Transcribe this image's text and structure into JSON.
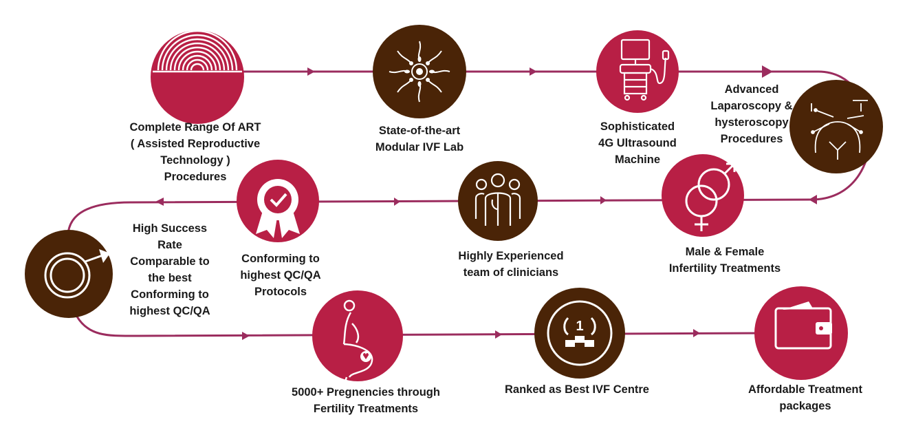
{
  "colors": {
    "crimson": "#b81f45",
    "brown": "#4a2407",
    "path": "#9b2c5e",
    "text": "#1a1a1a"
  },
  "steps": [
    {
      "label": "Complete Range Of ART\n( Assisted Reproductive\nTechnology )\nProcedures",
      "icon": "rainbow-arcs-icon"
    },
    {
      "label": "State-of-the-art\nModular IVF Lab",
      "icon": "sperm-egg-icon"
    },
    {
      "label": "Sophisticated\n4G Ultrasound\nMachine",
      "icon": "ultrasound-machine-icon"
    },
    {
      "label": "Advanced\nLaparoscopy &\nhysteroscopy\nProcedures",
      "icon": "laparoscopy-icon"
    },
    {
      "label": "Male & Female\nInfertility Treatments",
      "icon": "gender-symbols-icon"
    },
    {
      "label": "Highly Experienced\nteam of clinicians",
      "icon": "clinicians-team-icon"
    },
    {
      "label": "Conforming to\nhighest QC/QA\nProtocols",
      "icon": "award-badge-icon"
    },
    {
      "label": "High Success\nRate\nComparable to\nthe best\nConforming to\nhighest QC/QA",
      "icon": "male-symbol-icon"
    },
    {
      "label": "5000+ Pregnencies through\nFertility Treatments",
      "icon": "pregnant-woman-icon"
    },
    {
      "label": "Ranked as Best IVF Centre",
      "icon": "podium-trophy-icon"
    },
    {
      "label": "Affordable Treatment\npackages",
      "icon": "wallet-icon"
    }
  ]
}
